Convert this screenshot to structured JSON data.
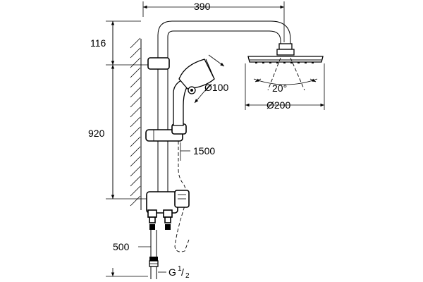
{
  "dimensions": {
    "width_top": "390",
    "height_upper": "116",
    "height_rail": "920",
    "hand_shower_diameter": "Ø100",
    "head_shower_diameter": "Ø200",
    "head_tilt_angle": "20°",
    "hose_length": "1500",
    "inlet_length": "500",
    "thread_prefix": "G",
    "thread_num": "1",
    "thread_den": "2"
  }
}
